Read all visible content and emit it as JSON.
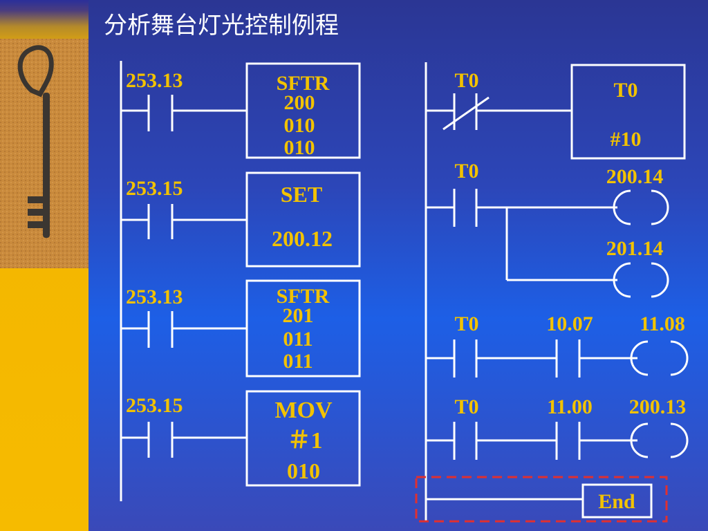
{
  "title": "分析舞台灯光控制例程",
  "colors": {
    "label": "#f2c200",
    "line": "#ffffff",
    "end_highlight": "#e03030"
  },
  "left_ladder": {
    "rungs": [
      {
        "contact": "253.13",
        "instruction": {
          "name": "SFTR",
          "operands": [
            "200",
            "010",
            "010"
          ]
        }
      },
      {
        "contact": "253.15",
        "instruction": {
          "name": "SET",
          "operands": [
            "200.12"
          ]
        }
      },
      {
        "contact": "253.13",
        "instruction": {
          "name": "SFTR",
          "operands": [
            "201",
            "011",
            "011"
          ]
        }
      },
      {
        "contact": "253.15",
        "instruction": {
          "name": "MOV",
          "operands": [
            "＃1",
            "010"
          ]
        }
      }
    ]
  },
  "right_ladder": {
    "timer_rung": {
      "contact": "T0",
      "contact_type": "normally-closed",
      "timer": "T0",
      "setting": "#10"
    },
    "coil_rung": {
      "contact": "T0",
      "coils": [
        "200.14",
        "201.14"
      ]
    },
    "rung3": {
      "contacts": [
        "T0",
        "10.07"
      ],
      "coil": "11.08"
    },
    "rung4": {
      "contacts": [
        "T0",
        "11.00"
      ],
      "coil": "200.13"
    },
    "end": "End"
  }
}
